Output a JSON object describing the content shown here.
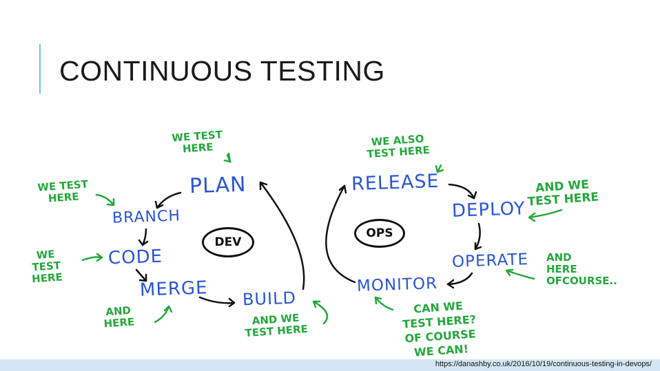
{
  "title": "CONTINUOUS TESTING",
  "diagram": {
    "stages": [
      "PLAN",
      "BRANCH",
      "CODE",
      "MERGE",
      "BUILD",
      "RELEASE",
      "DEPLOY",
      "OPERATE",
      "MONITOR"
    ],
    "circles": [
      "DEV",
      "OPS"
    ],
    "notes": [
      "WE TEST\nHERE",
      "WE TEST\nHERE",
      "WE\nTEST\nHERE",
      "AND\nHERE",
      "AND WE\nTEST HERE",
      "WE ALSO\nTEST HERE",
      "AND WE\nTEST HERE",
      "AND\nHERE\nOFCOURSE..",
      "CAN WE\nTEST HERE?\nOF COURSE\nWE CAN!"
    ]
  },
  "footer": {
    "url": "https://danashby.co.uk/2016/10/19/continuous-testing-in-devops/"
  },
  "colors": {
    "accent": "#6cc5cf",
    "stage": "#2a55d6",
    "note": "#24a83c",
    "footer": "#d3e6f3"
  }
}
